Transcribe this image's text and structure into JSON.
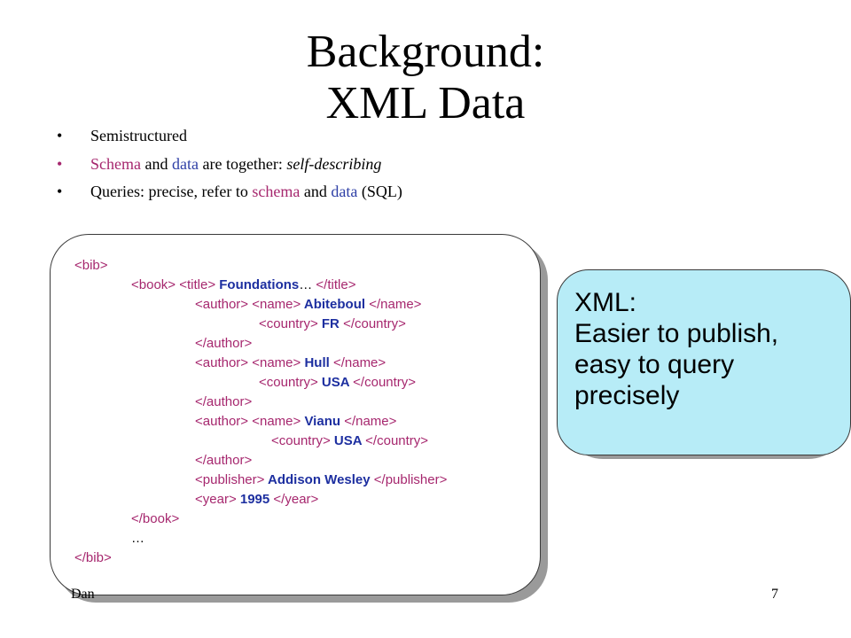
{
  "title": {
    "line1": "Background:",
    "line2": "XML Data"
  },
  "bullets": {
    "b1": {
      "text": "Semistructured"
    },
    "b2": {
      "part1": "Schema",
      "part2": " and ",
      "part3": "data",
      "part4": " are together: ",
      "part5": "self-describing"
    },
    "b3": {
      "part1": "Queries: precise, refer to ",
      "part2": "schema",
      "part3": " and ",
      "part4": "data",
      "part5": " (SQL)"
    },
    "marker": "•"
  },
  "xml_lines": {
    "l1": {
      "tag1": "<bib>"
    },
    "l2": {
      "tag1": "<book>",
      "tag2": "<title>",
      "text": " Foundations",
      "ellipsis": "…",
      "tag3": "</title>"
    },
    "l3": {
      "tag1": "<author>",
      "tag2": "<name>",
      "text": " Abiteboul ",
      "tag3": "</name>"
    },
    "l4": {
      "tag1": "<country>",
      "text": " FR ",
      "tag2": "</country>"
    },
    "l5": {
      "tag1": "</author>"
    },
    "l6": {
      "tag1": "<author>",
      "tag2": "<name>",
      "text": " Hull ",
      "tag3": "</name>"
    },
    "l7": {
      "tag1": "<country>",
      "text": " USA ",
      "tag2": "</country>"
    },
    "l8": {
      "tag1": "</author>"
    },
    "l9": {
      "tag1": "<author>",
      "tag2": "<name>",
      "text": " Vianu ",
      "tag3": "</name>"
    },
    "l10": {
      "tag1": "<country>",
      "text": " USA ",
      "tag2": "</country>"
    },
    "l11": {
      "tag1": "</author>"
    },
    "l12": {
      "tag1": "<publisher>",
      "text": " Addison Wesley ",
      "tag2": "</publisher>"
    },
    "l13": {
      "tag1": "<year>",
      "text": " 1995 ",
      "tag2": "</year>"
    },
    "l14": {
      "tag1": "</book>"
    },
    "l15": {
      "ellipsis": "…"
    },
    "l16": {
      "tag1": "</bib>"
    }
  },
  "callout": {
    "line1": "XML:",
    "line2": "Easier to publish,",
    "line3": "easy to query",
    "line4": "precisely"
  },
  "footer": {
    "left": "Dan",
    "page": "7"
  },
  "colors": {
    "tag": "#a6276e",
    "code_text": "#1d2fa0",
    "callout_bg": "#b7ecf7",
    "shadow": "#9a9a9a"
  }
}
